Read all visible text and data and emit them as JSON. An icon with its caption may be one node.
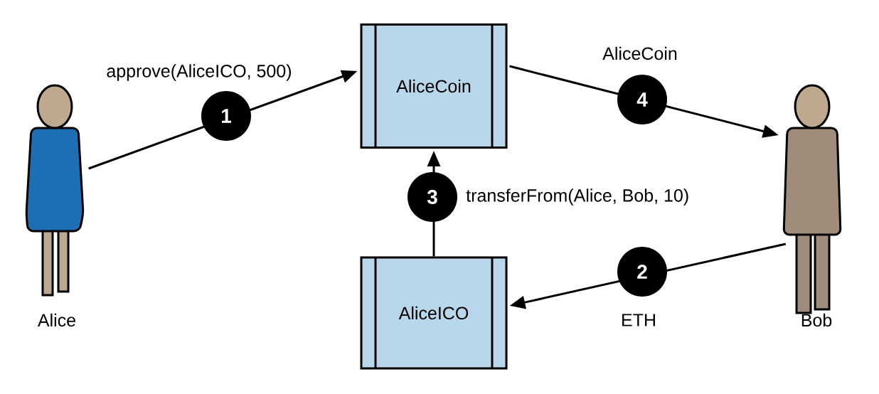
{
  "diagram": {
    "nodes": [
      {
        "text": [
          "Alice"
        ]
      },
      {
        "text": [
          "AliceCoin"
        ]
      },
      {
        "text": [
          "Bob"
        ]
      },
      {
        "text": [
          "AliceICO"
        ]
      }
    ],
    "edges": [
      {
        "from": 0,
        "to": 1,
        "arrow": "to",
        "label": "1"
      },
      {
        "from": 2,
        "to": 3,
        "arrow": "to",
        "label": "2"
      },
      {
        "from": 3,
        "to": 1,
        "arrow": "to",
        "label": "3"
      },
      {
        "from": 1,
        "to": 2,
        "arrow": "to",
        "label": "4"
      }
    ],
    "labels": [
      "approve(AliceICO, 500)",
      "AliceCoin",
      "transferFrom(Alice, Bob, 10)",
      "ETH"
    ]
  }
}
